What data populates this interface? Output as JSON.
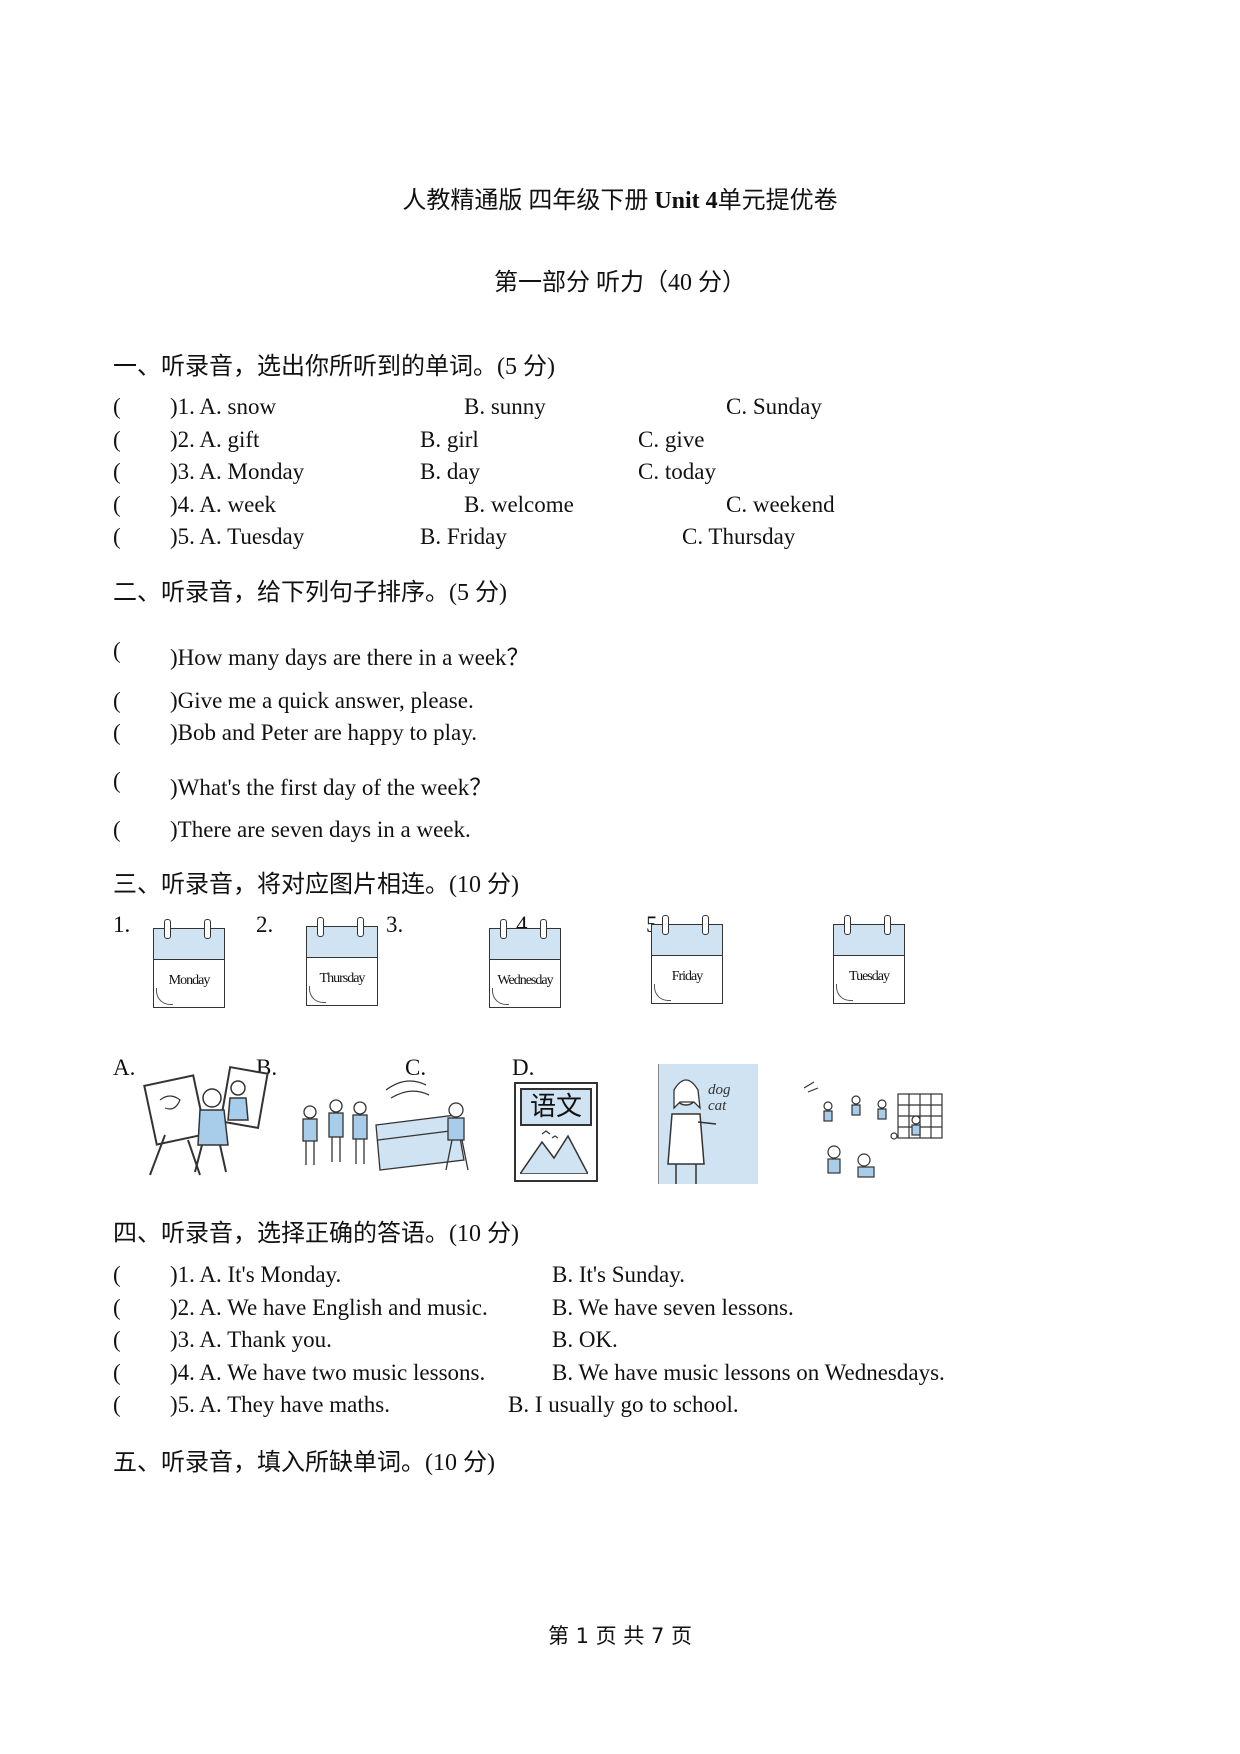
{
  "header": {
    "title_cn": "人教精通版 四年级下册",
    "title_unit": "Unit 4",
    "title_tail": "单元提优卷",
    "part": "第一部分  听力（40 分）"
  },
  "section1": {
    "heading": "一、听录音，选出你所听到的单词。(5 分)",
    "rows": [
      {
        "q": ")1. A. snow",
        "b": "B. sunny",
        "c": "C. Sunday"
      },
      {
        "q": ")2. A. gift",
        "b": "B. girl",
        "c": "C. give"
      },
      {
        "q": ")3. A. Monday",
        "b": "B. day",
        "c": "C. today"
      },
      {
        "q": ")4. A. week",
        "b": "B. welcome",
        "c": "C. weekend"
      },
      {
        "q": ")5. A. Tuesday",
        "b": "B. Friday",
        "c": "C. Thursday"
      }
    ]
  },
  "section2": {
    "heading": "二、听录音，给下列句子排序。(5 分)",
    "rows": [
      ")How many days are there in a week？",
      ")Give me a quick answer, please.",
      ")Bob and Peter are happy to play.",
      ")What's the first day of the week？",
      ")There are seven days in a week."
    ]
  },
  "section3": {
    "heading": "三、听录音，将对应图片相连。(10 分)",
    "numbers": [
      "1.",
      "2.",
      "3.",
      "4.",
      "5."
    ],
    "calendars": [
      "Monday",
      "Thursday",
      "Wednesday",
      "Friday",
      "Tuesday"
    ],
    "letters": [
      "A.",
      "B.",
      "C.",
      "D."
    ],
    "book_label": "语文",
    "board_words": [
      "dog",
      "cat"
    ]
  },
  "section4": {
    "heading": "四、听录音，选择正确的答语。(10 分)",
    "rows": [
      {
        "a": ")1. A. It's Monday.",
        "b": "B. It's Sunday."
      },
      {
        "a": ")2. A. We have English and music.",
        "b": "B. We have seven lessons."
      },
      {
        "a": ")3. A. Thank you.",
        "b": "B. OK."
      },
      {
        "a": ")4. A. We have two music lessons.",
        "b": "B. We have music lessons on Wednesdays."
      },
      {
        "a": ")5. A. They have maths.",
        "b": "B. I usually go to school."
      }
    ]
  },
  "section5": {
    "heading": "五、听录音，填入所缺单词。(10 分)"
  },
  "footer": {
    "text": "第 1 页 共 7 页"
  },
  "paren_open": "("
}
